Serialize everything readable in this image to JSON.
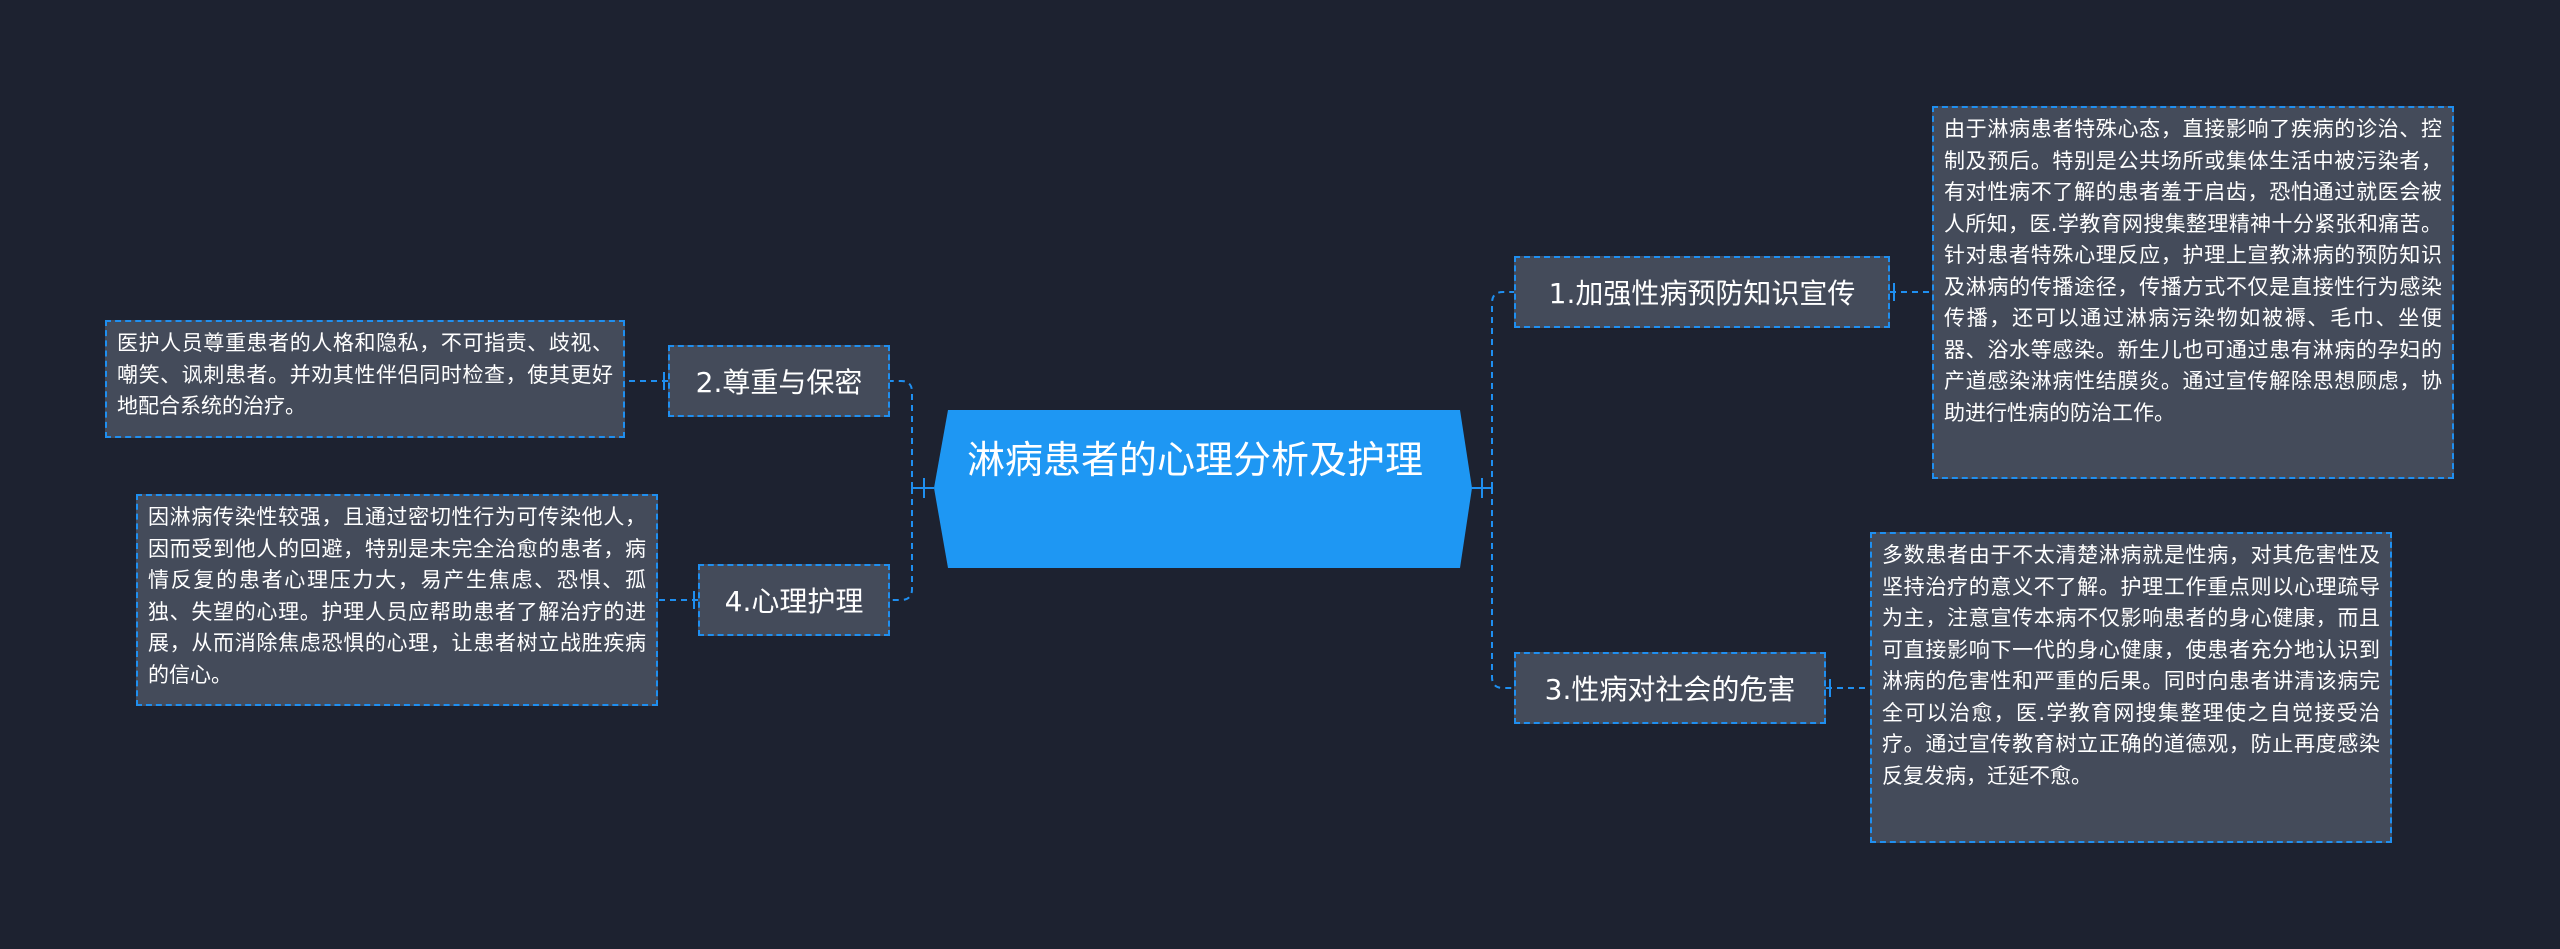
{
  "colors": {
    "background": "#1d2230",
    "accent": "#1e97f3",
    "node_fill": "#444b5a",
    "link": "#1f8ff0",
    "text": "#ffffff"
  },
  "root": {
    "title": "淋病患者的心理分析及护理"
  },
  "branches": {
    "b1": {
      "label": "1.加强性病预防知识宣传",
      "detail": "由于淋病患者特殊心态，直接影响了疾病的诊治、控制及预后。特别是公共场所或集体生活中被污染者，有对性病不了解的患者羞于启齿，恐怕通过就医会被人所知，医.学教育网搜集整理精神十分紧张和痛苦。针对患者特殊心理反应，护理上宣教淋病的预防知识及淋病的传播途径，传播方式不仅是直接性行为感染传播，还可以通过淋病污染物如被褥、毛巾、坐便器、浴水等感染。新生儿也可通过患有淋病的孕妇的产道感染淋病性结膜炎。通过宣传解除思想顾虑，协助进行性病的防治工作。"
    },
    "b2": {
      "label": "2.尊重与保密",
      "detail": "医护人员尊重患者的人格和隐私，不可指责、歧视、嘲笑、讽刺患者。并劝其性伴侣同时检查，使其更好地配合系统的治疗。"
    },
    "b3": {
      "label": "3.性病对社会的危害",
      "detail": "多数患者由于不太清楚淋病就是性病，对其危害性及坚持治疗的意义不了解。护理工作重点则以心理疏导为主，注意宣传本病不仅影响患者的身心健康，而且可直接影响下一代的身心健康，使患者充分地认识到淋病的危害性和严重的后果。同时向患者讲清该病完全可以治愈，医.学教育网搜集整理使之自觉接受治疗。通过宣传教育树立正确的道德观，防止再度感染反复发病，迁延不愈。"
    },
    "b4": {
      "label": "4.心理护理",
      "detail": "因淋病传染性较强，且通过密切性行为可传染他人，因而受到他人的回避，特别是未完全治愈的患者，病情反复的患者心理压力大，易产生焦虑、恐惧、孤独、失望的心理。护理人员应帮助患者了解治疗的进展，从而消除焦虑恐惧的心理，让患者树立战胜疾病的信心。"
    }
  }
}
